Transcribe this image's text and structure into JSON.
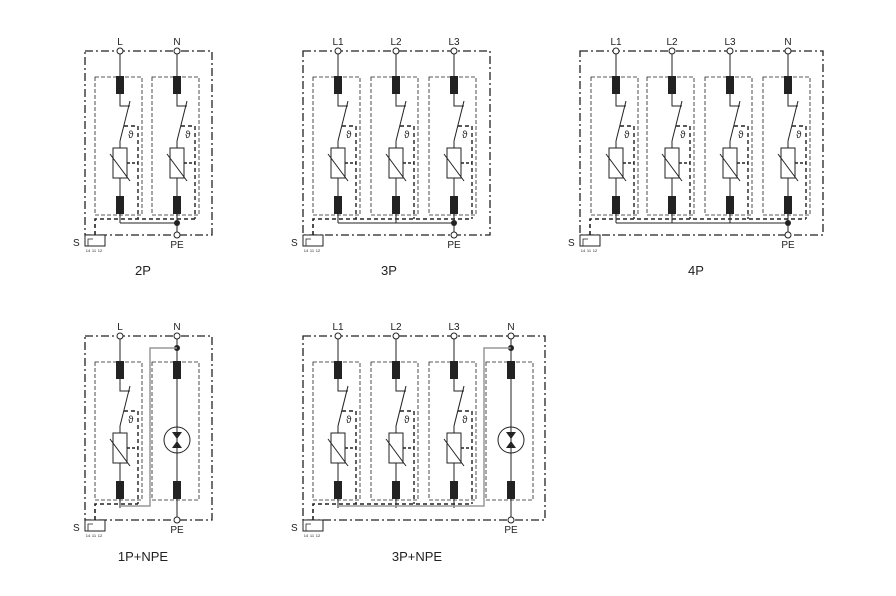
{
  "diagrams": [
    {
      "caption": "2P",
      "poles": [
        "L",
        "N"
      ],
      "npe": false,
      "pe_label": "PE",
      "s_label": "S",
      "contacts": [
        "14",
        "11",
        "12"
      ]
    },
    {
      "caption": "3P",
      "poles": [
        "L1",
        "L2",
        "L3"
      ],
      "npe": false,
      "pe_label": "PE",
      "s_label": "S",
      "contacts": [
        "14",
        "11",
        "12"
      ]
    },
    {
      "caption": "4P",
      "poles": [
        "L1",
        "L2",
        "L3",
        "N"
      ],
      "npe": false,
      "pe_label": "PE",
      "s_label": "S",
      "contacts": [
        "14",
        "11",
        "12"
      ]
    },
    {
      "caption": "1P+NPE",
      "poles": [
        "L",
        "N"
      ],
      "npe": true,
      "pe_label": "PE",
      "s_label": "S",
      "contacts": [
        "14",
        "11",
        "12"
      ]
    },
    {
      "caption": "3P+NPE",
      "poles": [
        "L1",
        "L2",
        "L3",
        "N"
      ],
      "npe": true,
      "pe_label": "PE",
      "s_label": "S",
      "contacts": [
        "14",
        "11",
        "12"
      ]
    }
  ],
  "thermal_symbol": "ϑ"
}
